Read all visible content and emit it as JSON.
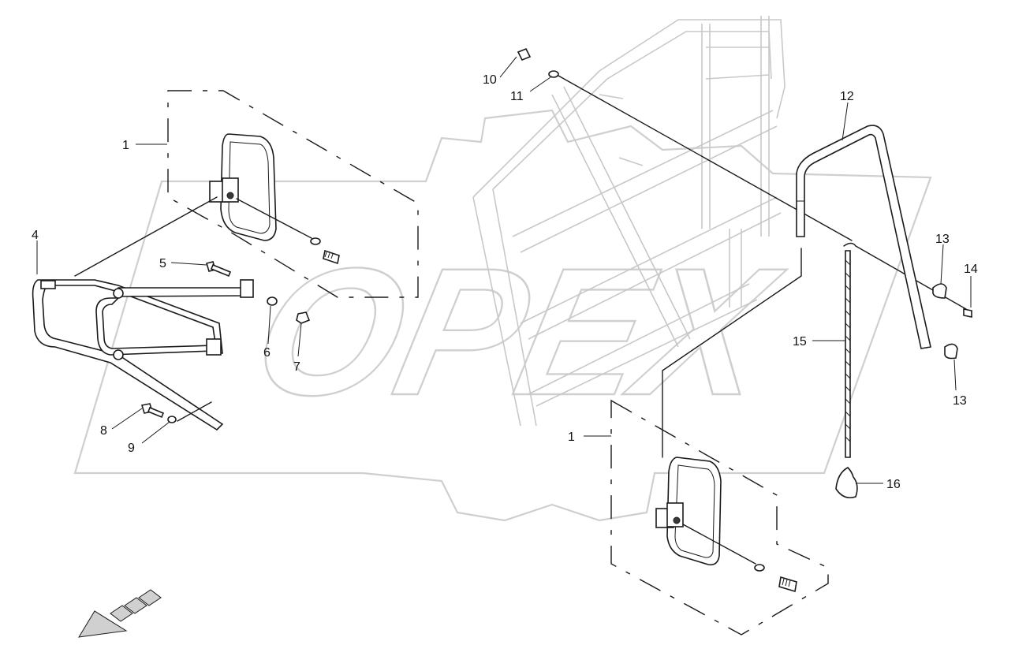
{
  "watermark": {
    "text": "OPEX",
    "color": "#cfcfcf"
  },
  "callouts": [
    {
      "id": "c1a",
      "text": "1"
    },
    {
      "id": "c1b",
      "text": "1"
    },
    {
      "id": "c4",
      "text": "4"
    },
    {
      "id": "c5",
      "text": "5"
    },
    {
      "id": "c6",
      "text": "6"
    },
    {
      "id": "c7",
      "text": "7"
    },
    {
      "id": "c8",
      "text": "8"
    },
    {
      "id": "c9",
      "text": "9"
    },
    {
      "id": "c10",
      "text": "10"
    },
    {
      "id": "c11",
      "text": "11"
    },
    {
      "id": "c12",
      "text": "12"
    },
    {
      "id": "c13a",
      "text": "13"
    },
    {
      "id": "c13b",
      "text": "13"
    },
    {
      "id": "c14",
      "text": "14"
    },
    {
      "id": "c15",
      "text": "15"
    },
    {
      "id": "c16",
      "text": "16"
    }
  ],
  "parts": [
    {
      "name": "mirror-left"
    },
    {
      "name": "mirror-right"
    },
    {
      "name": "mirror-bracket-frame"
    },
    {
      "name": "rail-tube"
    },
    {
      "name": "chain"
    },
    {
      "name": "snap-hook"
    },
    {
      "name": "cab-ladder"
    },
    {
      "name": "direction-arrow-icon"
    }
  ],
  "colors": {
    "line": "#1a1a1a",
    "watermark": "#cfcfcf",
    "background": "#ffffff"
  }
}
